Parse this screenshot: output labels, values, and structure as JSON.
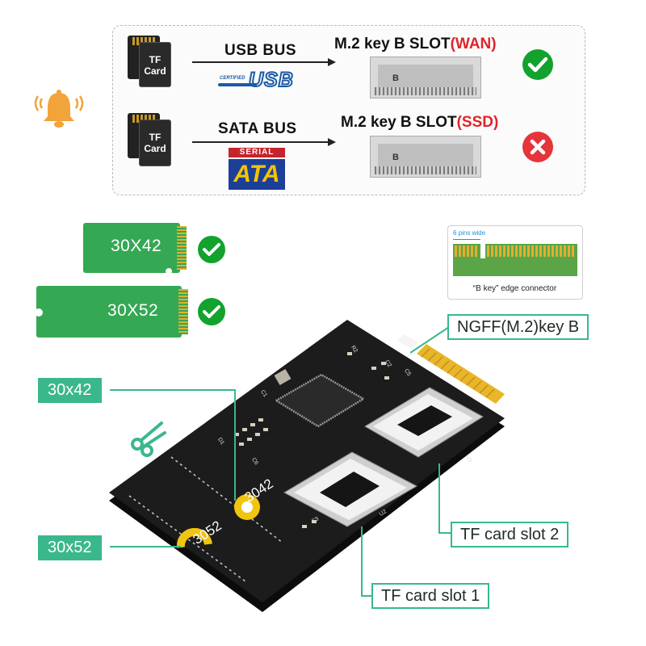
{
  "alert": {
    "icon": "bell-icon"
  },
  "bus_rows": [
    {
      "card_text": [
        "TF",
        "Card"
      ],
      "bus_label": "USB  BUS",
      "logo": {
        "small": "CERTIFIED",
        "big": "USB"
      },
      "slot_label": "M.2 key B SLOT",
      "slot_highlight": "(WAN)",
      "slot_marker": "B",
      "status": "supported",
      "status_icon": "check-icon"
    },
    {
      "card_text": [
        "TF",
        "Card"
      ],
      "bus_label": "SATA  BUS",
      "logo": {
        "small": "SERIAL",
        "big": "ATA"
      },
      "slot_label": "M.2 key B SLOT",
      "slot_highlight": "(SSD)",
      "slot_marker": "B",
      "status": "not-supported",
      "status_icon": "cross-icon"
    }
  ],
  "sizes": [
    {
      "label": "30X42",
      "status_icon": "check-icon"
    },
    {
      "label": "30X52",
      "status_icon": "check-icon"
    }
  ],
  "key_diagram": {
    "pins_caption": "6 pins wide",
    "caption": "“B key”  edge connector"
  },
  "board": {
    "mark_3042": "3042",
    "mark_3052": "3052",
    "components": [
      "R2",
      "C1",
      "C2",
      "C3",
      "D1",
      "U2",
      "U3",
      "C5",
      "C6"
    ],
    "scissors_icon": "scissors-icon"
  },
  "callouts": {
    "ngff": "NGFF(M.2)key B",
    "size_3042": "30x42",
    "size_3052": "30x52",
    "slot2": "TF card slot 2",
    "slot1": "TF card slot 1"
  },
  "colors": {
    "accent_green": "#3ab88b",
    "board_black": "#1b1b1b",
    "gold": "#e9b529",
    "check_green": "#12a22d",
    "cross_red": "#e5343a",
    "highlight_red": "#e0242a"
  }
}
